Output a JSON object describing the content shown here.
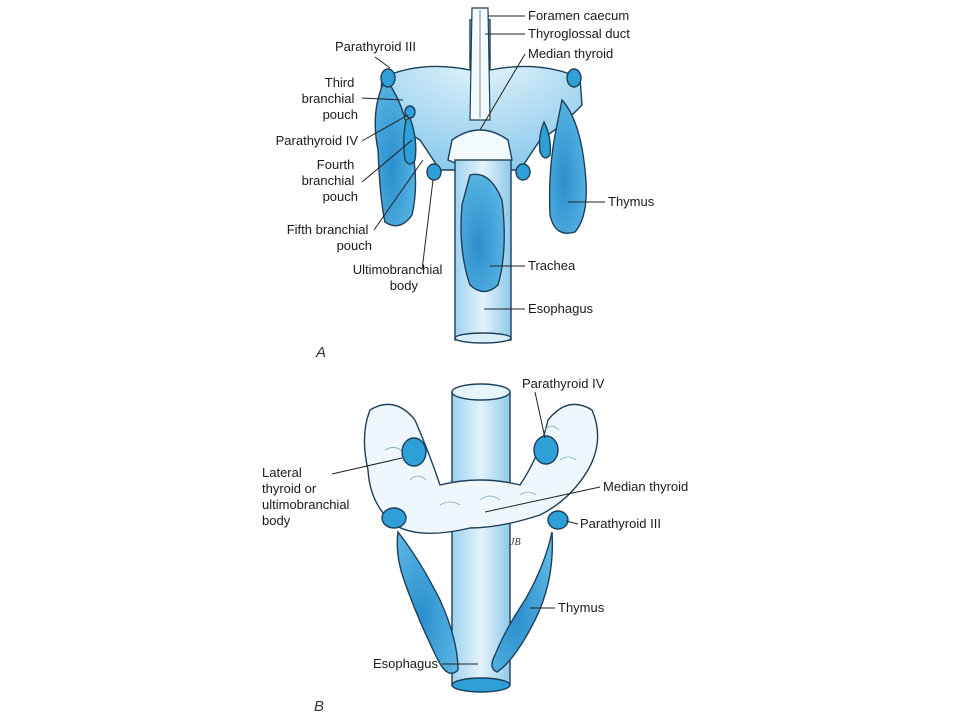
{
  "panel_a": {
    "letter": "A",
    "labels": {
      "foramen_caecum": "Foramen caecum",
      "thyroglossal_duct": "Thyroglossal duct",
      "median_thyroid": "Median thyroid",
      "parathyroid_iii": "Parathyroid III",
      "third_pouch": [
        "Third",
        "branchial",
        "pouch"
      ],
      "parathyroid_iv": "Parathyroid IV",
      "fourth_pouch": [
        "Fourth",
        "branchial",
        "pouch"
      ],
      "fifth_pouch": [
        "Fifth branchial",
        "pouch"
      ],
      "ultimobranchial": [
        "Ultimobranchial",
        "body"
      ],
      "thymus": "Thymus",
      "trachea": "Trachea",
      "esophagus": "Esophagus"
    }
  },
  "panel_b": {
    "letter": "B",
    "labels": {
      "parathyroid_iv": "Parathyroid IV",
      "lateral_thyroid": [
        "Lateral",
        "thyroid or",
        "ultimobranchial",
        "body"
      ],
      "median_thyroid": "Median thyroid",
      "parathyroid_iii": "Parathyroid III",
      "thymus": "Thymus",
      "esophagus": "Esophagus"
    },
    "signature": "JB"
  },
  "colors": {
    "organ_blue": "#2f9fd8",
    "light_blue": "#cde9f7",
    "pale_thyroid": "#eef7fc",
    "outline": "#1d3f5a"
  }
}
